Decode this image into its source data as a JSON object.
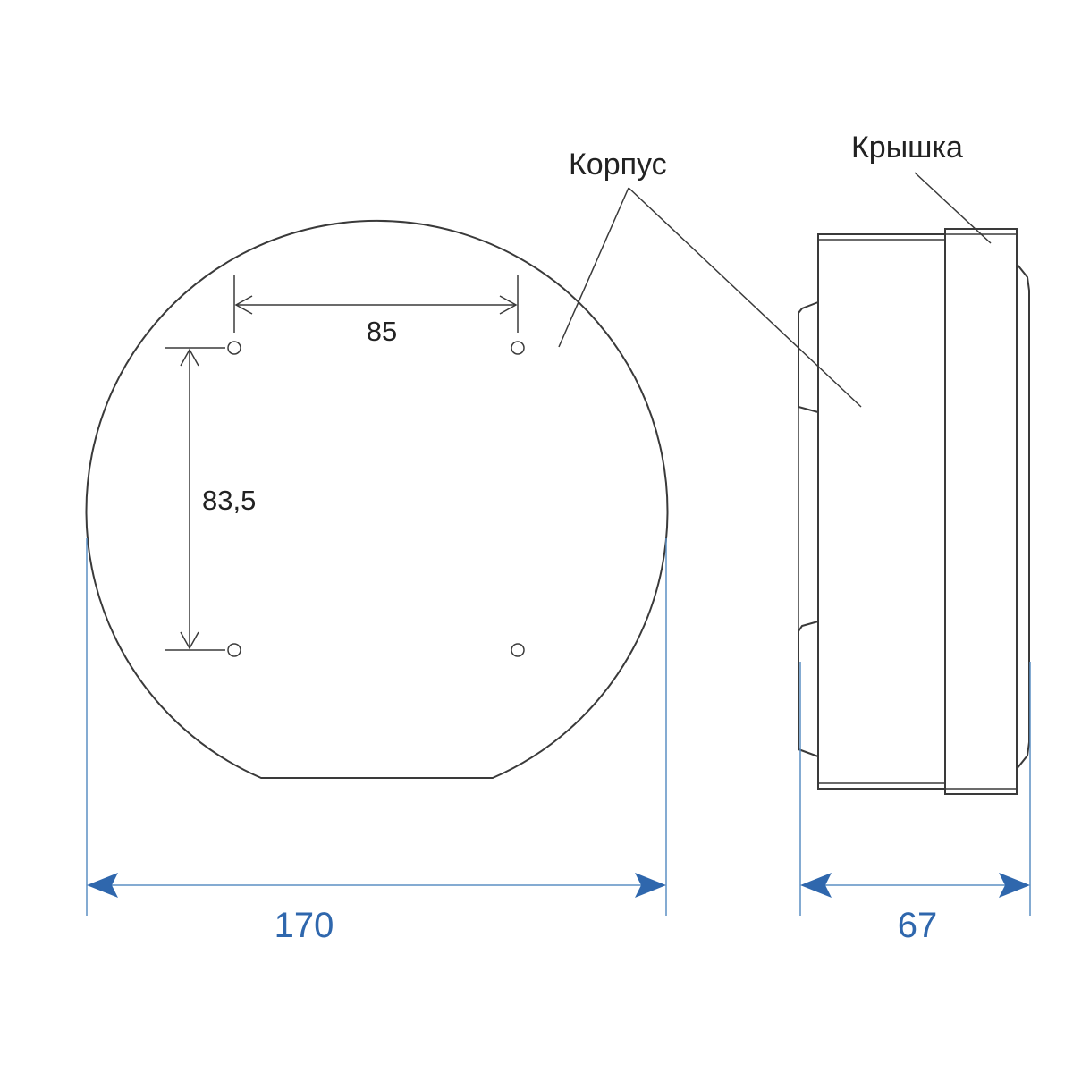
{
  "labels": {
    "body": "Корпус",
    "cover": "Крышка"
  },
  "dimensions": {
    "hole_spacing_horizontal": "85",
    "hole_spacing_vertical": "83,5",
    "overall_width": "170",
    "depth": "67"
  },
  "colors": {
    "outline": "#3a3a3a",
    "dimension_blue": "#2f67ad",
    "dimension_text": "#2f67ad",
    "annotation_text": "#222222"
  }
}
